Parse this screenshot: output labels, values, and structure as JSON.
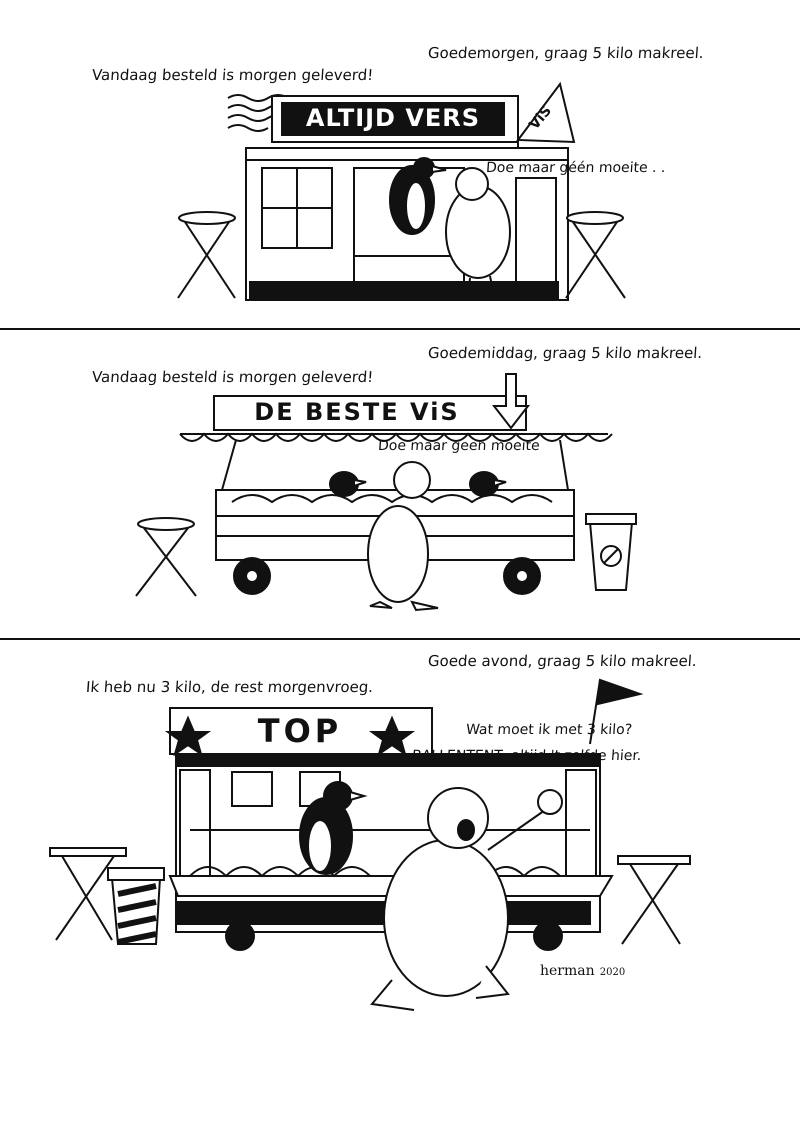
{
  "panels": [
    {
      "customer_line": "Goedemorgen, graag 5 kilo makreel.",
      "vendor_line": "Vandaag besteld is morgen geleverd!",
      "customer_reply": "Doe maar géén moeite . .",
      "sign": "ALTIJD VERS",
      "flag": "ViS"
    },
    {
      "customer_line": "Goedemiddag, graag 5 kilo makreel.",
      "vendor_line": "Vandaag besteld is morgen geleverd!",
      "customer_reply": "Doe maar geen moeite",
      "sign": "DE BESTE ViS"
    },
    {
      "customer_line": "Goede avond, graag 5 kilo makreel.",
      "vendor_line": "Ik heb nu 3 kilo, de rest morgenvroeg.",
      "customer_reply_1": "Wat moet ik met 3 kilo?",
      "customer_reply_2": "BALLENTENT, altijd 't zelfde hier.",
      "sign": "TOP"
    }
  ],
  "signature": "herman",
  "signature_year": "2020",
  "colors": {
    "ink": "#111111",
    "paper": "#ffffff"
  }
}
